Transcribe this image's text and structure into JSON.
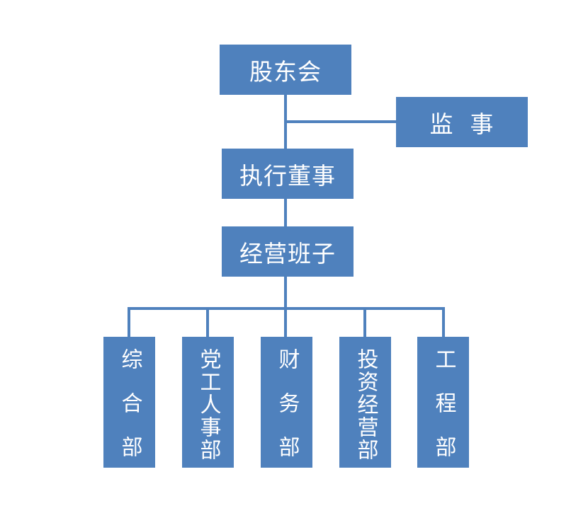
{
  "diagram": {
    "colors": {
      "box_fill": "#4f81bd",
      "connector": "#4f81bd",
      "text": "#ffffff",
      "background": "#ffffff"
    },
    "nodes": {
      "shareholders": "股东会",
      "supervisor": "监  事",
      "executive_director": "执行董事",
      "management_team": "经营班子"
    },
    "departments": [
      {
        "label": "综合部"
      },
      {
        "label": "党工人事部"
      },
      {
        "label": "财务部"
      },
      {
        "label": "投资经营部"
      },
      {
        "label": "工程部"
      }
    ]
  }
}
